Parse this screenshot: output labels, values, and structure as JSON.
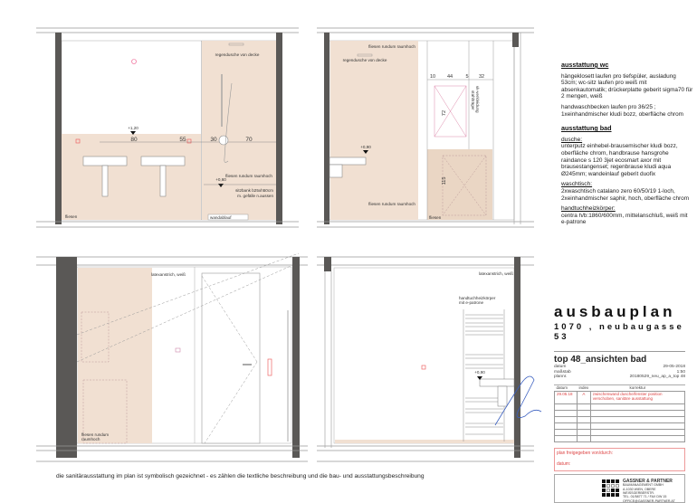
{
  "drawing": {
    "p1": {
      "rain_shower": "regendusche von decke",
      "level_120": "+1,20",
      "dim_80": "80",
      "dim_55": "55",
      "dim_30": "30",
      "dim_70": "70",
      "tiles_full": "fliesen rundum raumhoch",
      "level_060": "+0,60",
      "bench": "sitzbank b25xh50cm m. gefälle n.aussen",
      "tiles": "fliesen",
      "drain": "wandablauf"
    },
    "p2": {
      "tiles_full_top": "fliesen rundum raumhoch",
      "rain_shower": "regendusche von decke",
      "level_090": "+0,90",
      "dim_10": "10",
      "dim_44": "44",
      "dim_5": "5",
      "dim_32": "32",
      "dim_72": "72",
      "dim_115": "115",
      "steel_beam": "stahlträger",
      "cladding": "vk-verkleidung",
      "tiles_full_bottom": "fliesen rundum raumhoch",
      "tiles": "fliesen"
    },
    "p3": {
      "latex_paint": "latexanstrich, weiß",
      "tiles_full": "fliesen rundum raumhoch"
    },
    "p4": {
      "latex_paint": "latexanstrich, weiß",
      "towel_radiator": "handtuchheizkörper mit e-patrone",
      "level_090": "+0,90"
    }
  },
  "notes": {
    "wc_heading": "ausstattung wc",
    "wc_1": "hängeklosett laufen pro tiefspüler, ausladung 53cm; wc-sitz laufen pro weiß mit absenkautomatik; drückerplatte geberit sigma70 für 2 mengen, weiß",
    "wc_2": "handwaschbecken laufen pro 36/25 ; 1xeinhandmischer kludi bozz, oberfläche chrom",
    "bath_heading": "ausstattung bad",
    "shower_label": "dusche:",
    "shower_text": "unterputz einhebel-brausemischer kludi bozz, oberfläche chrom, handbrause hansgrohe raindance s 120 3jet ecosmart axor mit brausestangenset; regenbrause kludi aqua Ø245mm; wandeinlauf geberit duofix",
    "basin_label": "waschtisch:",
    "basin_text": "2xwaschtisch catalano zero 60/50/19 1-loch, 2xeinhandmischer saphir, hoch, oberfläche chrom",
    "radiator_label": "handtuchheizkörper:",
    "radiator_text": "centra h/b:1860/600mm, mittelanschluß, weiß mit e-patrone"
  },
  "title_block": {
    "title": "ausbauplan",
    "address": "1070 , neubaugasse 53",
    "sheet": "top 48_ansichten bad",
    "date_label": "datum",
    "date_value": "29-05-2018",
    "scale_label": "maßstab",
    "scale_value": "1:50",
    "planno_label": "plannr.",
    "planno_value": "20180529_neu_ap_a_top 48",
    "rev_headers": [
      "datum",
      "index",
      "korrektur"
    ],
    "rev_row": {
      "date": "29.05.18",
      "index": "A",
      "text": "zwischenwand dusche/fenster position verschoben, sanitäre ausstattung"
    },
    "approval_by": "plan freigegeben von/durch:",
    "approval_date": "datum:",
    "firm_name": "GASSNER & PARTNER",
    "firm_line1": "BAUMANAGEMENT GMBH",
    "firm_line2": "A-1030 WIEN, OBERE WEISSGERBERSTR.",
    "firm_line3": "TEL. 01/5877 71 / FAX DW 15",
    "firm_line4": "OFFICE@GASSNER-PARTNER.AT"
  },
  "footer": "die sanitärausstattung im plan ist symbolisch gezeichnet - es zählen die textliche beschreibung und die bau- und ausstattungsbeschreibung",
  "colors": {
    "tile": "#f1e0d2",
    "wall": "#5a5856",
    "revision": "#d44444",
    "signature": "#3a5fc0"
  }
}
